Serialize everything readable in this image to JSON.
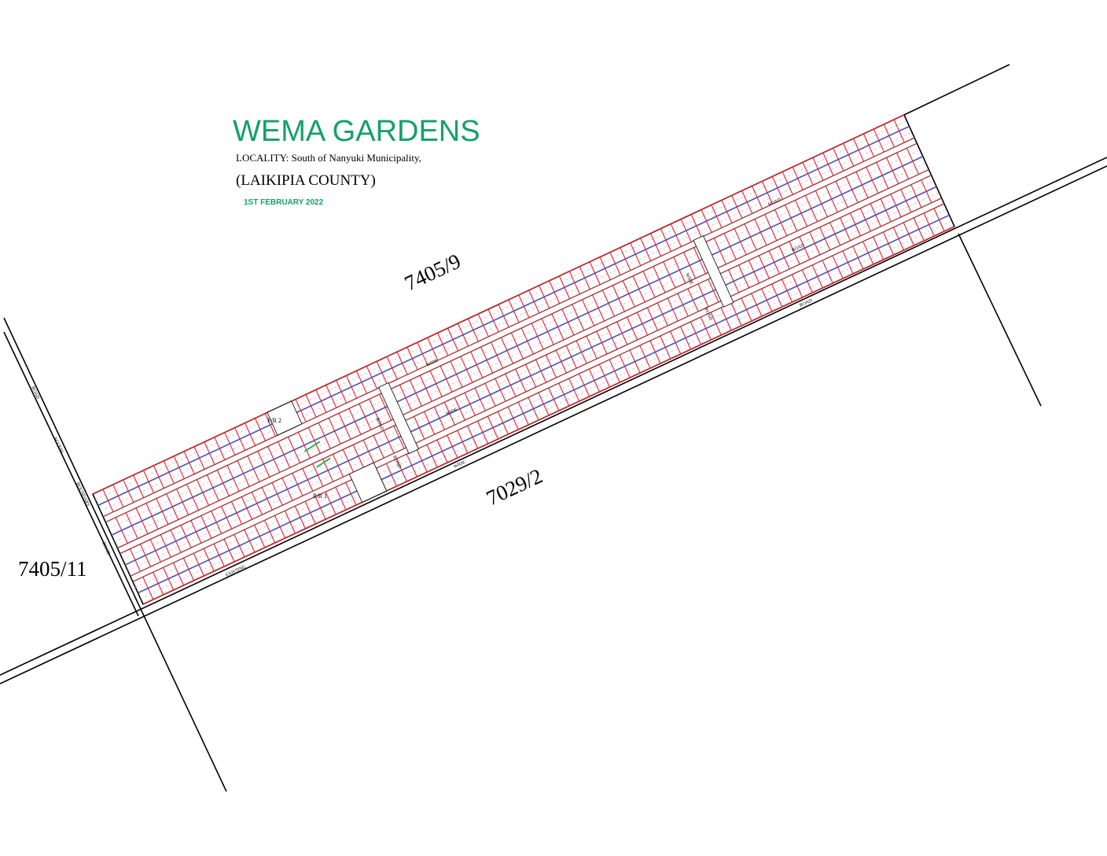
{
  "title": "WEMA GARDENS",
  "locality": "LOCALITY: South of Nanyuki Municipality,",
  "county": "(LAIKIPIA COUNTY)",
  "date": "1ST FEBRUARY 2022",
  "parcels": {
    "north": "7405/9",
    "south": "7029/2",
    "west": "7405/11"
  },
  "public_reserves": {
    "pr2": "P/R 2",
    "pr1": "P/R 1"
  },
  "road_labels": {
    "road": "ROAD",
    "wide": "WIDE",
    "access": "ACCESS",
    "boundary": "BOUNDARY",
    "existing": "EXISTING"
  },
  "colors": {
    "title": "#14a06a",
    "plot_lines": "#e3222b",
    "centre_lines": "#4a4fb5",
    "hatch": "#e9a9e9",
    "boundary": "#000000",
    "highlight": "#2bb34a"
  }
}
